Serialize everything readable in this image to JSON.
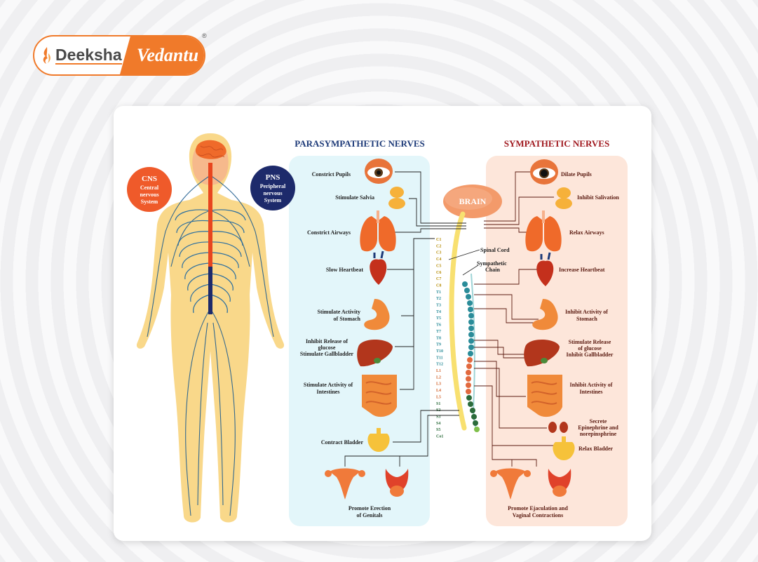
{
  "brand": {
    "left": "Deeksha",
    "right": "Vedantu",
    "registered": "®",
    "colors": {
      "orange": "#f07a2a",
      "gray": "#4a4a4a"
    }
  },
  "diagram": {
    "cns": {
      "title": "CNS",
      "line1": "Central",
      "line2": "nervous",
      "line3": "System"
    },
    "pns": {
      "title": "PNS",
      "line1": "Peripheral",
      "line2": "nervous",
      "line3": "System"
    },
    "parasympathetic": {
      "title": "PARASYMPATHETIC NERVES",
      "labels": {
        "constrict_pupils": "Constrict Pupils",
        "stimulate_salvia": "Stimulate Salvia",
        "constrict_airways": "Constrict Airways",
        "slow_heartbeat": "Slow Heartbeat",
        "stomach_1": "Stimulate Activity",
        "stomach_2": "of Stomach",
        "glucose_1": "Inhibit Release of",
        "glucose_2": "glucose",
        "glucose_3": "Stimulate Gallbladder",
        "intestines_1": "Stimulate Activity of",
        "intestines_2": "Intestines",
        "contract_bladder": "Contract Bladder",
        "erection_1": "Promote Erection",
        "erection_2": "of Genitals"
      }
    },
    "sympathetic": {
      "title": "SYMPATHETIC NERVES",
      "labels": {
        "dilate_pupils": "Dilate Pupils",
        "inhibit_salivation": "Inhibit Salivation",
        "relax_airways": "Relax Airways",
        "increase_heartbeat": "Increase Heartbeat",
        "stomach_1": "Inhibit Activity of",
        "stomach_2": "Stomach",
        "glucose_1": "Stimulate Release",
        "glucose_2": "of glucose",
        "glucose_3": "Inhibit Gallbladder",
        "intestines_1": "Inhibit Activity of",
        "intestines_2": "Intestines",
        "secrete_1": "Secrete",
        "secrete_2": "Epinephrine and",
        "secrete_3": "norepinsphrine",
        "relax_bladder": "Relax Bladder",
        "ejac_1": "Promote Ejaculation and",
        "ejac_2": "Vaginal Contractions"
      }
    },
    "center": {
      "brain": "BRAIN",
      "spinal_cord": "Spinal Cord",
      "sympathetic_chain_1": "Sympathetic",
      "sympathetic_chain_2": "Chain"
    },
    "vertebrae": [
      "C1",
      "C2",
      "C3",
      "C4",
      "C5",
      "C6",
      "C7",
      "C8",
      "T1",
      "T2",
      "T3",
      "T4",
      "T5",
      "T6",
      "T7",
      "T8",
      "T9",
      "T10",
      "T11",
      "T12",
      "L1",
      "L2",
      "L3",
      "L4",
      "L5",
      "S1",
      "S2",
      "S3",
      "S4",
      "S5",
      "Co1"
    ],
    "colors": {
      "para_title": "#1d3a78",
      "symp_title": "#a0191f",
      "para_bg": "#e3f6fa",
      "symp_bg": "#fde6da",
      "cns": "#ef5a2a",
      "pns": "#1d2a6b"
    }
  }
}
